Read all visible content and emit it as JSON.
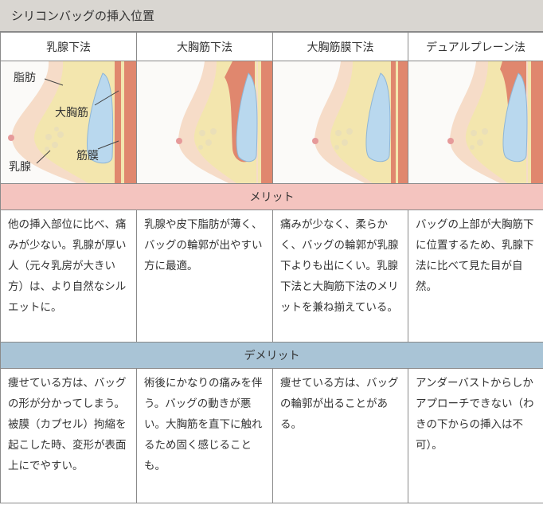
{
  "title": "シリコンバッグの挿入位置",
  "columns": [
    "乳腺下法",
    "大胸筋下法",
    "大胸筋膜下法",
    "デュアルプレーン法"
  ],
  "illustration_labels": {
    "fat": "脂肪",
    "pectoralis": "大胸筋",
    "fascia": "筋膜",
    "mammary": "乳腺"
  },
  "merit_label": "メリット",
  "demerit_label": "デメリット",
  "merits": [
    "他の挿入部位に比べ、痛みが少ない。乳腺が厚い人（元々乳房が大きい方）は、より自然なシルエットに。",
    "乳腺や皮下脂肪が薄く、バッグの輪郭が出やすい方に最適。",
    "痛みが少なく、柔らかく、バッグの輪郭が乳腺下よりも出にくい。乳腺下法と大胸筋下法のメリットを兼ね揃えている。",
    "バッグの上部が大胸筋下に位置するため、乳腺下法に比べて見た目が自然。"
  ],
  "demerits": [
    "痩せている方は、バッグの形が分かってしまう。被膜（カプセル）拘縮を起こした時、変形が表面上にでやすい。",
    "術後にかなりの痛みを伴う。バッグの動きが悪い。大胸筋を直下に触れるため固く感じることも。",
    "痩せている方は、バッグの輪郭が出ることがある。",
    "アンダーバストからしかアプローチできない（わきの下からの挿入は不可）。"
  ],
  "colors": {
    "skin": "#f6dcc8",
    "fat_yellow": "#f3e6ae",
    "muscle": "#e0876e",
    "implant": "#b9d8ee",
    "merit_band": "#f4c4bf",
    "demerit_band": "#a9c4d6"
  }
}
